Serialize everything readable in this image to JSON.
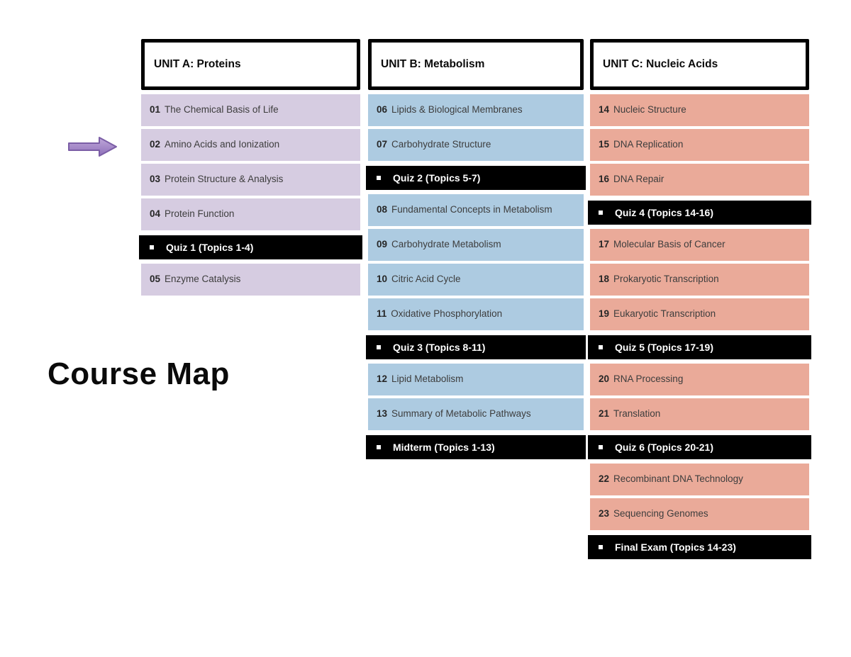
{
  "page": {
    "title": "Course Map",
    "background": "#ffffff"
  },
  "arrow": {
    "points_to_topic": "02",
    "fill_top": "#c0a8da",
    "fill_bottom": "#8d6fb9",
    "stroke": "#7b5ea6"
  },
  "assessment_bar_color": "#000000",
  "assessment_text_color": "#ffffff",
  "units": [
    {
      "id": "A",
      "header": "UNIT A: Proteins",
      "row_color": "#d6cce1",
      "items": [
        {
          "type": "topic",
          "number": "01",
          "title": "The Chemical Basis of Life"
        },
        {
          "type": "topic",
          "number": "02",
          "title": "Amino Acids and Ionization"
        },
        {
          "type": "topic",
          "number": "03",
          "title": "Protein Structure & Analysis"
        },
        {
          "type": "topic",
          "number": "04",
          "title": "Protein Function"
        },
        {
          "type": "assessment",
          "label": "Quiz 1 (Topics 1-4)"
        },
        {
          "type": "topic",
          "number": "05",
          "title": "Enzyme Catalysis"
        }
      ]
    },
    {
      "id": "B",
      "header": "UNIT B: Metabolism",
      "row_color": "#adcbe1",
      "items": [
        {
          "type": "topic",
          "number": "06",
          "title": "Lipids & Biological Membranes"
        },
        {
          "type": "topic",
          "number": "07",
          "title": "Carbohydrate Structure"
        },
        {
          "type": "assessment",
          "label": "Quiz 2 (Topics 5-7)"
        },
        {
          "type": "topic",
          "number": "08",
          "title": "Fundamental Concepts in Metabolism"
        },
        {
          "type": "topic",
          "number": "09",
          "title": "Carbohydrate Metabolism"
        },
        {
          "type": "topic",
          "number": "10",
          "title": "Citric Acid Cycle"
        },
        {
          "type": "topic",
          "number": "11",
          "title": "Oxidative Phosphorylation"
        },
        {
          "type": "assessment",
          "label": "Quiz 3 (Topics 8-11)"
        },
        {
          "type": "topic",
          "number": "12",
          "title": "Lipid Metabolism"
        },
        {
          "type": "topic",
          "number": "13",
          "title": "Summary of Metabolic Pathways"
        },
        {
          "type": "assessment",
          "label": "Midterm (Topics 1-13)"
        }
      ]
    },
    {
      "id": "C",
      "header": "UNIT C: Nucleic Acids",
      "row_color": "#eaaa99",
      "items": [
        {
          "type": "topic",
          "number": "14",
          "title": "Nucleic Structure"
        },
        {
          "type": "topic",
          "number": "15",
          "title": "DNA Replication"
        },
        {
          "type": "topic",
          "number": "16",
          "title": "DNA Repair"
        },
        {
          "type": "assessment",
          "label": "Quiz 4 (Topics 14-16)"
        },
        {
          "type": "topic",
          "number": "17",
          "title": "Molecular Basis of Cancer"
        },
        {
          "type": "topic",
          "number": "18",
          "title": "Prokaryotic Transcription"
        },
        {
          "type": "topic",
          "number": "19",
          "title": "Eukaryotic Transcription"
        },
        {
          "type": "assessment",
          "label": "Quiz 5 (Topics 17-19)"
        },
        {
          "type": "topic",
          "number": "20",
          "title": "RNA Processing"
        },
        {
          "type": "topic",
          "number": "21",
          "title": "Translation"
        },
        {
          "type": "assessment",
          "label": "Quiz 6 (Topics 20-21)"
        },
        {
          "type": "topic",
          "number": "22",
          "title": "Recombinant DNA Technology"
        },
        {
          "type": "topic",
          "number": "23",
          "title": "Sequencing Genomes"
        },
        {
          "type": "assessment",
          "label": "Final Exam (Topics 14-23)"
        }
      ]
    }
  ]
}
